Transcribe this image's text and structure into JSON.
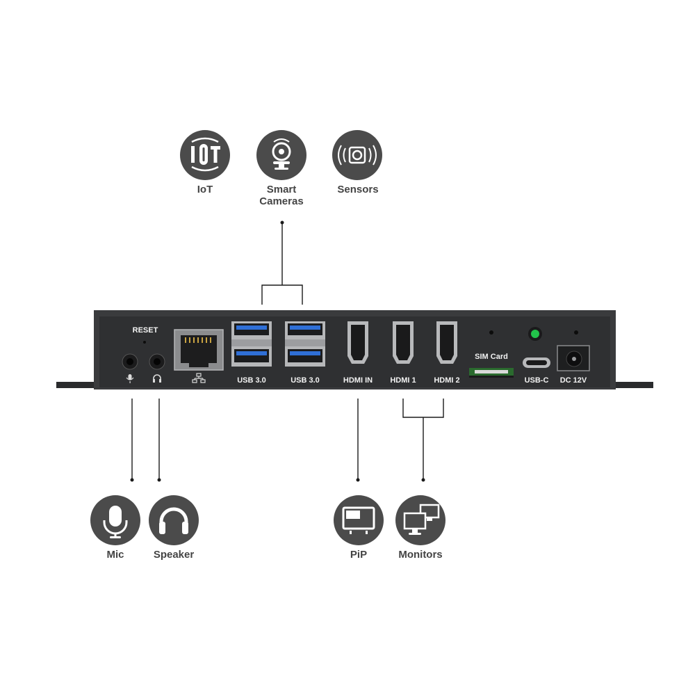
{
  "colors": {
    "device_body": "#3a3b3d",
    "device_face": "#2f3032",
    "circle_fill": "#4b4b4b",
    "icon": "#ffffff",
    "line": "#1a1a1a",
    "usb_blue": "#2f6fd6",
    "power_led": "#22c24a",
    "label_text": "#444444"
  },
  "features_top": {
    "iot": {
      "label": "IoT",
      "icon": "iot-icon"
    },
    "smart_cameras": {
      "label": "Smart Cameras",
      "icon": "webcam-icon"
    },
    "sensors": {
      "label": "Sensors",
      "icon": "sensor-icon"
    }
  },
  "features_bottom": {
    "mic": {
      "label": "Mic",
      "icon": "microphone-icon"
    },
    "speaker": {
      "label": "Speaker",
      "icon": "headphones-icon"
    },
    "pip": {
      "label": "PiP",
      "icon": "pip-tv-icon"
    },
    "monitors": {
      "label": "Monitors",
      "icon": "dual-monitor-icon"
    }
  },
  "device": {
    "reset_label": "RESET",
    "usb_1_label": "USB 3.0",
    "usb_2_label": "USB 3.0",
    "hdmi_in_label": "HDMI IN",
    "hdmi_1_label": "HDMI 1",
    "hdmi_2_label": "HDMI 2",
    "sim_label": "SIM Card",
    "usbc_label": "USB-C",
    "dc_label": "DC 12V"
  }
}
